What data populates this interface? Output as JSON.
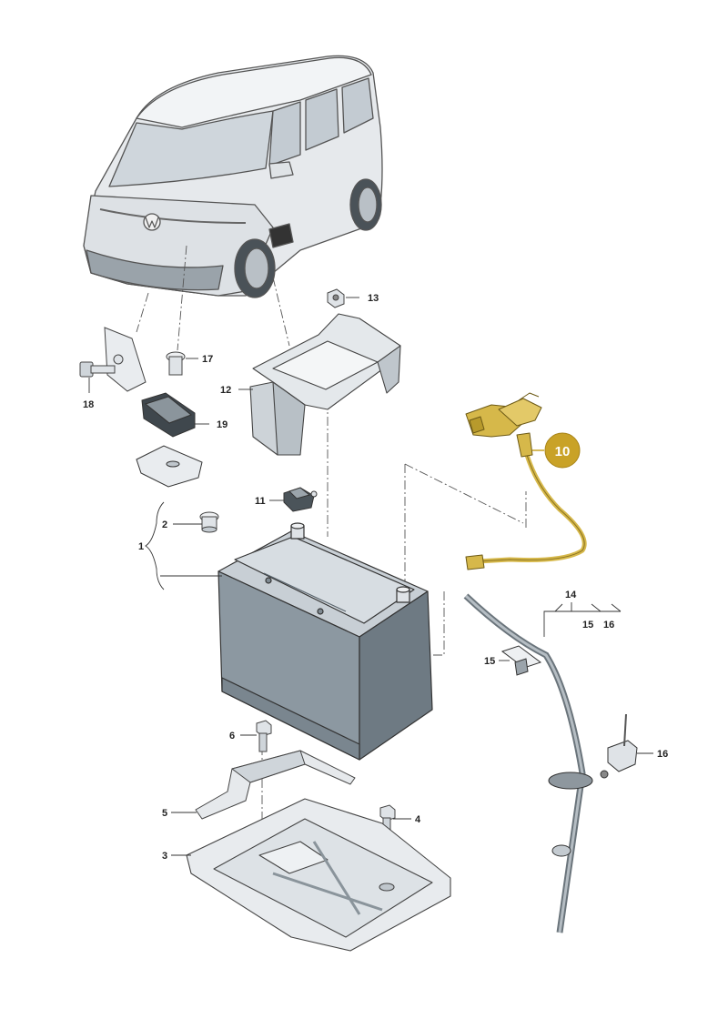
{
  "callouts": {
    "c1": "1",
    "c2": "2",
    "c3": "3",
    "c4": "4",
    "c5": "5",
    "c6": "6",
    "c10": "10",
    "c11": "11",
    "c12": "12",
    "c13": "13",
    "c14": "14",
    "c15a": "15",
    "c15b": "15",
    "c16a": "16",
    "c16b": "16",
    "c17": "17",
    "c18": "18",
    "c19": "19"
  },
  "colors": {
    "highlight_badge": "#c9a227",
    "highlight_part": "#d6b84a",
    "line": "#333333",
    "part_fill": "#dfe4e8",
    "battery_side": "#7f8c96"
  },
  "icons": {
    "vehicle": "van-icon",
    "battery": "battery-icon"
  }
}
